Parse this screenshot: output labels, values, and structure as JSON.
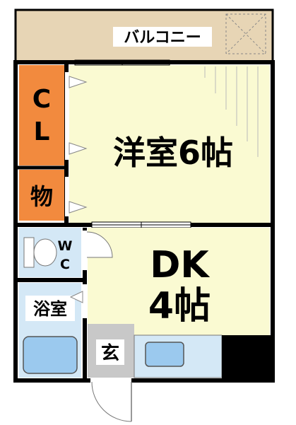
{
  "floorplan": {
    "colors": {
      "wall": "#000000",
      "balcony": "#e7d5b5",
      "closet": "#f28a3e",
      "room": "#fafad2",
      "wet": "#d4e8f6",
      "entrance": "#c8c8c8",
      "fixture": "#9bc9ee",
      "white": "#ffffff"
    },
    "rooms": {
      "balcony": {
        "label": "バルコニー"
      },
      "closet": {
        "label_top": "C",
        "label_bottom": "L"
      },
      "storage": {
        "label": "物"
      },
      "western_room": {
        "label": "洋室6帖"
      },
      "wc": {
        "label_top": "W",
        "label_bottom": "C"
      },
      "bath": {
        "label": "浴室"
      },
      "dk": {
        "label_top": "DK",
        "label_bottom": "4帖"
      },
      "entrance": {
        "label": "玄"
      }
    }
  }
}
